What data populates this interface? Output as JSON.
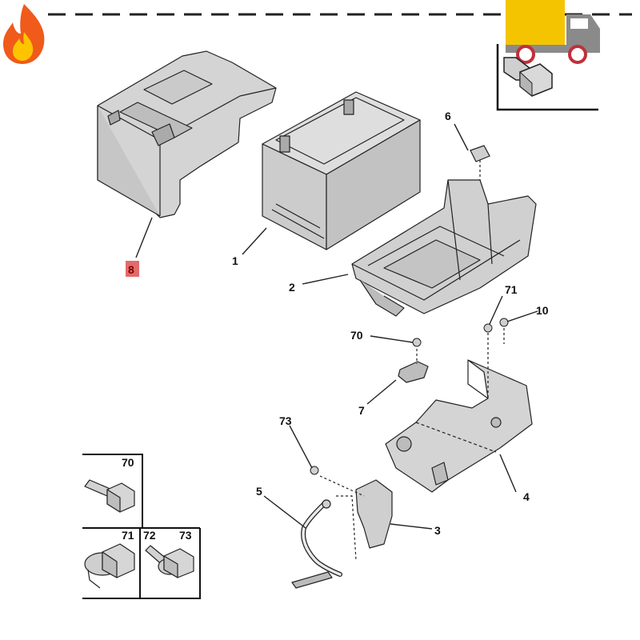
{
  "callouts": {
    "c1": "1",
    "c2": "2",
    "c3": "3",
    "c4": "4",
    "c5": "5",
    "c6": "6",
    "c7": "7",
    "c8": "8",
    "c10": "10",
    "c70": "70",
    "c71": "71",
    "c73": "73"
  },
  "fastener_table": {
    "row1": [
      "70"
    ],
    "row2": [
      "71",
      "72",
      "73"
    ]
  },
  "highlighted_part": "8",
  "colors": {
    "flame_outer": "#f05a1a",
    "flame_inner": "#ffc400",
    "truck_body": "#f5c400",
    "truck_cab": "#8a8a8a",
    "truck_wheel": "#c0303a",
    "highlight": "#e26b6b",
    "line": "#222222",
    "part_fill": "#d4d4d4"
  },
  "icons": [
    "flame-icon",
    "truck-icon",
    "bolt-icon"
  ]
}
